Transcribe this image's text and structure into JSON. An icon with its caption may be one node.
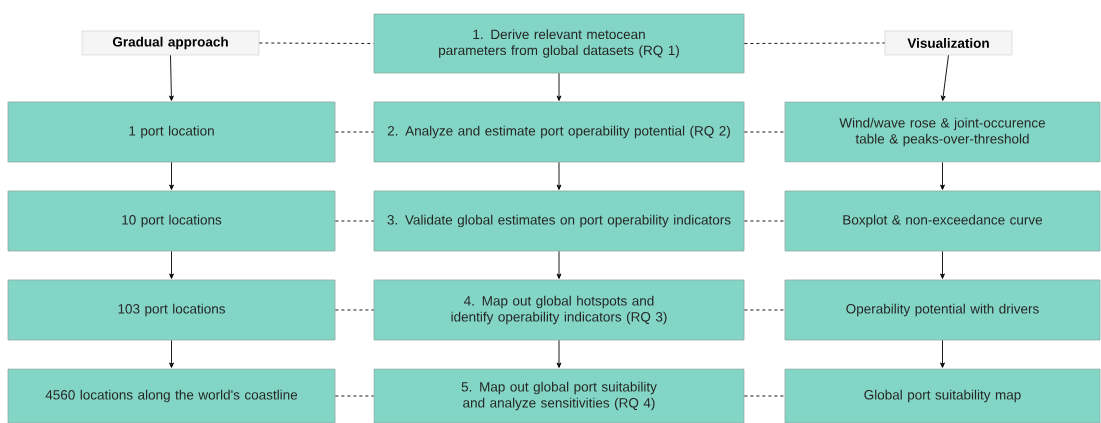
{
  "diagram": {
    "nodes": [
      {
        "text": [
          "Gradual approach"
        ]
      },
      {
        "text": [
          "1. Derive relevant metocean parameters from global datasets (RQ 1)"
        ]
      },
      {
        "text": [
          "Visualization"
        ]
      },
      {
        "text": [
          "1 port location"
        ]
      },
      {
        "text": [
          "2. Analyze and estimate port operability potential (RQ 2)"
        ]
      },
      {
        "text": [
          "Wind/wave rose & joint-occurence table & peaks-over-threshold"
        ]
      },
      {
        "text": [
          "10 port locations"
        ]
      },
      {
        "text": [
          "3. Validate global estimates on port operability indicators"
        ]
      },
      {
        "text": [
          "Boxplot & non-exceedance curve"
        ]
      },
      {
        "text": [
          "103 port locations"
        ]
      },
      {
        "text": [
          "4. Map out global hotspots and identify operability indicators (RQ 3)"
        ]
      },
      {
        "text": [
          "Operability potential with drivers"
        ]
      },
      {
        "text": [
          "4560 locations along the world's coastline"
        ]
      },
      {
        "text": [
          "5. Map out global port suitability and analyze sensitivities (RQ 4)"
        ]
      },
      {
        "text": [
          "Global port suitability map"
        ]
      }
    ],
    "edges": [
      {
        "from": 0,
        "to": 1,
        "arrow": "none",
        "style": "dashed"
      },
      {
        "from": 1,
        "to": 2,
        "arrow": "none",
        "style": "dashed"
      },
      {
        "from": 3,
        "to": 4,
        "arrow": "none",
        "style": "dashed"
      },
      {
        "from": 4,
        "to": 5,
        "arrow": "none",
        "style": "dashed"
      },
      {
        "from": 6,
        "to": 7,
        "arrow": "none",
        "style": "dashed"
      },
      {
        "from": 7,
        "to": 8,
        "arrow": "none",
        "style": "dashed"
      },
      {
        "from": 9,
        "to": 10,
        "arrow": "none",
        "style": "dashed"
      },
      {
        "from": 10,
        "to": 11,
        "arrow": "none",
        "style": "dashed"
      },
      {
        "from": 12,
        "to": 13,
        "arrow": "none",
        "style": "dashed"
      },
      {
        "from": 13,
        "to": 14,
        "arrow": "none",
        "style": "dashed"
      },
      {
        "from": 0,
        "to": 3,
        "arrow": "to"
      },
      {
        "from": 3,
        "to": 6,
        "arrow": "to"
      },
      {
        "from": 6,
        "to": 9,
        "arrow": "to"
      },
      {
        "from": 9,
        "to": 12,
        "arrow": "to"
      },
      {
        "from": 1,
        "to": 4,
        "arrow": "to"
      },
      {
        "from": 4,
        "to": 7,
        "arrow": "to"
      },
      {
        "from": 7,
        "to": 10,
        "arrow": "to"
      },
      {
        "from": 10,
        "to": 13,
        "arrow": "to"
      },
      {
        "from": 2,
        "to": 5,
        "arrow": "to"
      },
      {
        "from": 5,
        "to": 8,
        "arrow": "to"
      },
      {
        "from": 8,
        "to": 11,
        "arrow": "to"
      },
      {
        "from": 11,
        "to": 14,
        "arrow": "to"
      }
    ]
  }
}
